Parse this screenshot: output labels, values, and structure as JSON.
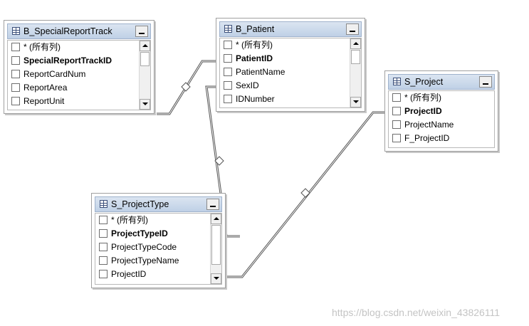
{
  "tables": [
    {
      "id": "special",
      "title": "B_SpecialReportTrack",
      "columns": [
        {
          "label": "* (所有列)",
          "key": false
        },
        {
          "label": "SpecialReportTrackID",
          "key": true
        },
        {
          "label": "ReportCardNum",
          "key": false
        },
        {
          "label": "ReportArea",
          "key": false
        },
        {
          "label": "ReportUnit",
          "key": false
        }
      ]
    },
    {
      "id": "patient",
      "title": "B_Patient",
      "columns": [
        {
          "label": "* (所有列)",
          "key": false
        },
        {
          "label": "PatientID",
          "key": true
        },
        {
          "label": "PatientName",
          "key": false
        },
        {
          "label": "SexID",
          "key": false
        },
        {
          "label": "IDNumber",
          "key": false
        }
      ]
    },
    {
      "id": "project",
      "title": "S_Project",
      "columns": [
        {
          "label": "* (所有列)",
          "key": false
        },
        {
          "label": "ProjectID",
          "key": true
        },
        {
          "label": "ProjectName",
          "key": false
        },
        {
          "label": "F_ProjectID",
          "key": false
        }
      ]
    },
    {
      "id": "projtype",
      "title": "S_ProjectType",
      "columns": [
        {
          "label": "* (所有列)",
          "key": false
        },
        {
          "label": "ProjectTypeID",
          "key": true
        },
        {
          "label": "ProjectTypeCode",
          "key": false
        },
        {
          "label": "ProjectTypeName",
          "key": false
        },
        {
          "label": "ProjectID",
          "key": false
        }
      ]
    }
  ],
  "watermark": "https://blog.csdn.net/weixin_43826111"
}
